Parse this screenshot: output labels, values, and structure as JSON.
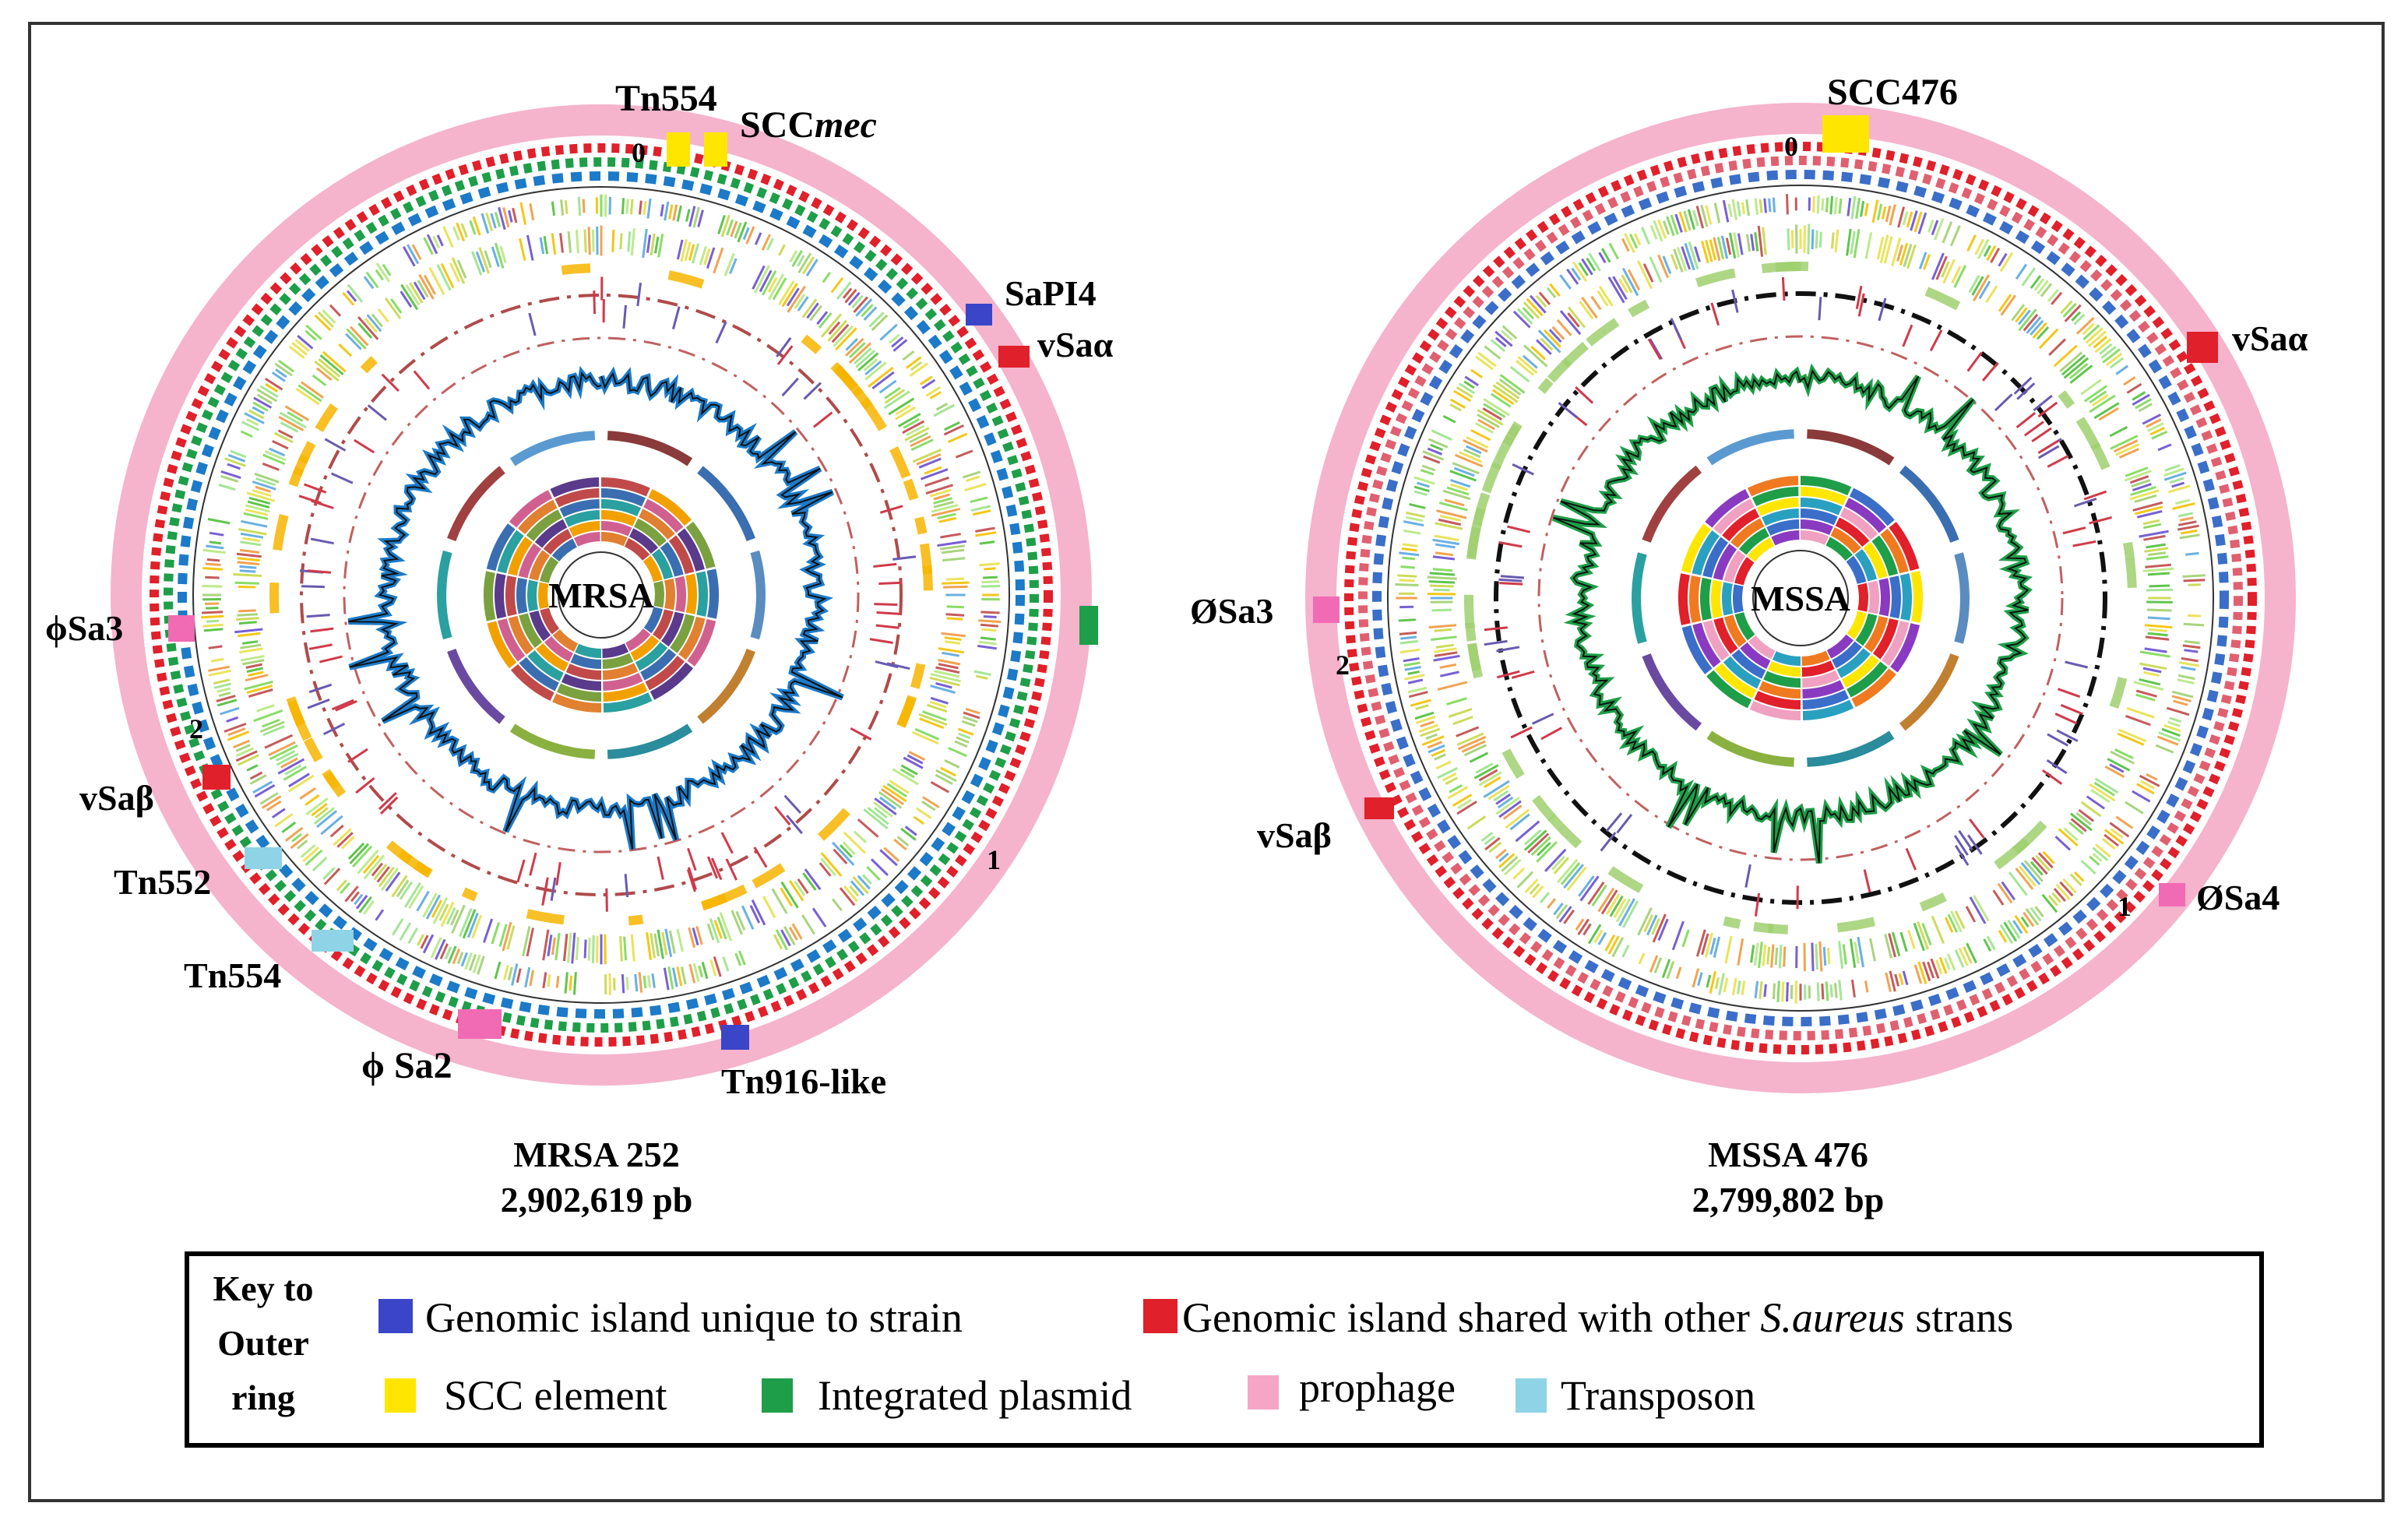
{
  "colors": {
    "island_unique": "#3a45c8",
    "island_shared": "#e0202a",
    "scc": "#ffe600",
    "plasmid": "#1e9e48",
    "prophage": "#f5a6c6",
    "transposon": "#8fd3e6",
    "gc_blue": "#1c7ac8",
    "rna_red": "#b03a3a"
  },
  "genomes": [
    {
      "id": "mrsa",
      "center_label": "MRSA",
      "name": "MRSA 252",
      "size": "2,902,619 pb",
      "axis_marks": [
        "0",
        "1",
        "2"
      ],
      "features": [
        {
          "label": "Tn554",
          "type": "scc"
        },
        {
          "label": "SCC",
          "label_italic": "mec",
          "type": "scc"
        },
        {
          "label": "SaPI4",
          "type": "island_unique"
        },
        {
          "label": "vSaα",
          "type": "island_shared"
        },
        {
          "label": "",
          "type": "plasmid"
        },
        {
          "label": "Tn916-like",
          "type": "island_unique"
        },
        {
          "label": "ϕ Sa2",
          "type": "prophage"
        },
        {
          "label": "Tn554",
          "type": "transposon"
        },
        {
          "label": "Tn552",
          "type": "transposon"
        },
        {
          "label": "vSaβ",
          "type": "island_shared"
        },
        {
          "label": "ϕSa3",
          "type": "prophage"
        }
      ]
    },
    {
      "id": "mssa",
      "center_label": "MSSA",
      "name": "MSSA 476",
      "size": "2,799,802 bp",
      "axis_marks": [
        "0",
        "1",
        "2"
      ],
      "features": [
        {
          "label": "SCC476",
          "type": "scc"
        },
        {
          "label": "vSaα",
          "type": "island_shared"
        },
        {
          "label": "ØSa4",
          "type": "prophage"
        },
        {
          "label": "vSaβ",
          "type": "island_shared"
        },
        {
          "label": "ØSa3",
          "type": "prophage"
        }
      ]
    }
  ],
  "key": {
    "title_lines": [
      "Key to",
      "Outer",
      "ring"
    ],
    "items": [
      {
        "type": "island_unique",
        "label": "Genomic island unique to strain"
      },
      {
        "type": "island_shared",
        "label": "Genomic island shared with other ",
        "label_italic": "S.aureus",
        "label_after": " strans"
      },
      {
        "type": "scc",
        "label": "SCC element"
      },
      {
        "type": "plasmid",
        "label": "Integrated plasmid"
      },
      {
        "type": "prophage",
        "label": "prophage"
      },
      {
        "type": "transposon",
        "label": "Transposon"
      }
    ]
  }
}
